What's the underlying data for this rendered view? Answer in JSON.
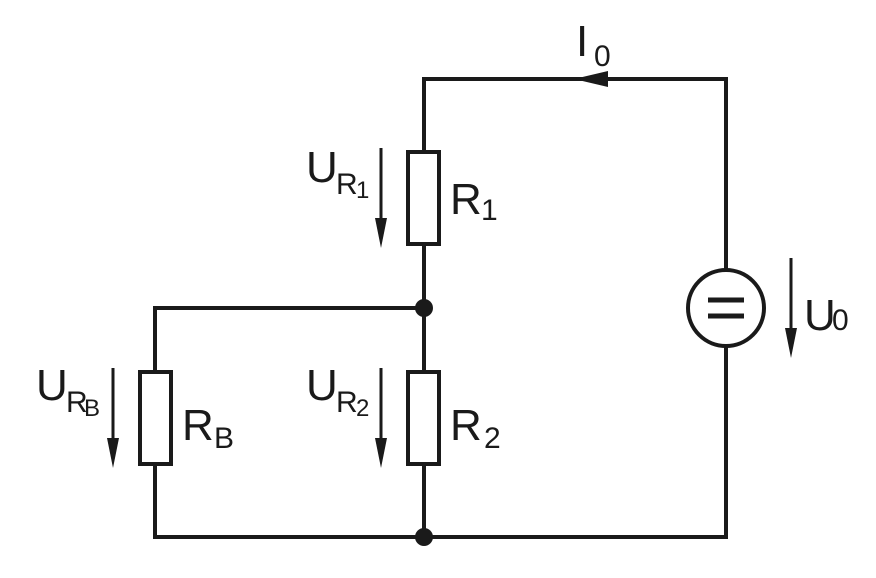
{
  "labels": {
    "current": {
      "main": "I",
      "sub": "0"
    },
    "source_voltage": {
      "main": "U",
      "sub": "0"
    },
    "r1": {
      "main": "R",
      "sub": "1"
    },
    "r2": {
      "main": "R",
      "sub": "2"
    },
    "rb": {
      "main": "R",
      "sub": "B"
    },
    "u_r1": {
      "main": "U",
      "sub": "R",
      "subsub": "1"
    },
    "u_r2": {
      "main": "U",
      "sub": "R",
      "subsub": "2"
    },
    "u_rb": {
      "main": "U",
      "sub": "R",
      "subsub": "B"
    }
  },
  "source_symbol": "="
}
